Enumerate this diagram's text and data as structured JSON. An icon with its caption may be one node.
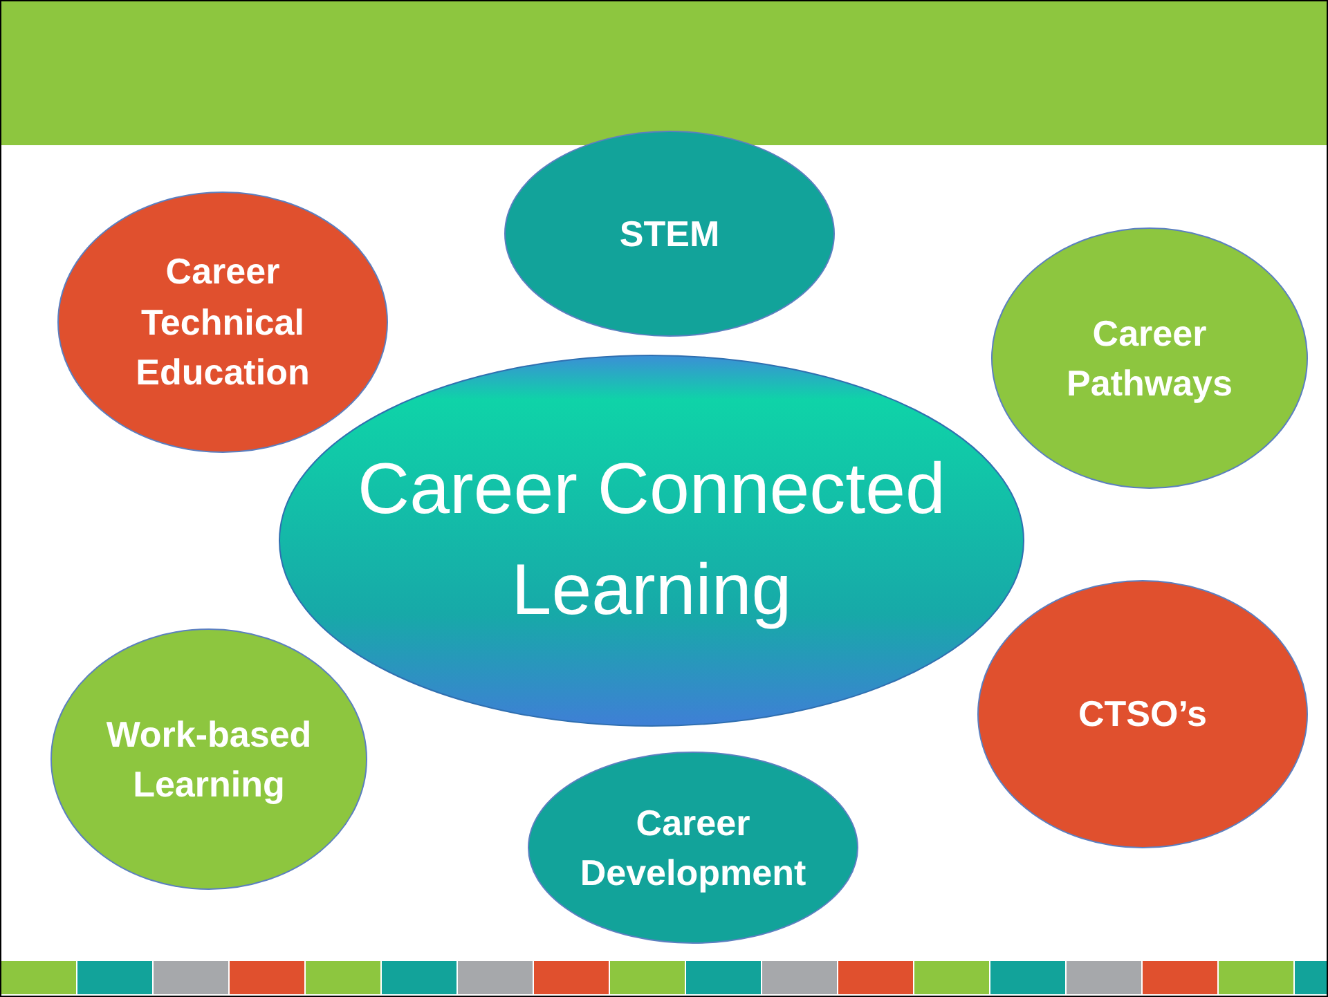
{
  "diagram": {
    "nodes": [
      {
        "text": [
          "STEM"
        ]
      },
      {
        "text": [
          "Career Technical Education"
        ]
      },
      {
        "text": [
          "Career Pathways"
        ]
      },
      {
        "text": [
          "Career Connected Learning"
        ]
      },
      {
        "text": [
          "CTSO’s"
        ]
      },
      {
        "text": [
          "Work-based Learning"
        ]
      },
      {
        "text": [
          "Career Development"
        ]
      }
    ],
    "edges": []
  }
}
